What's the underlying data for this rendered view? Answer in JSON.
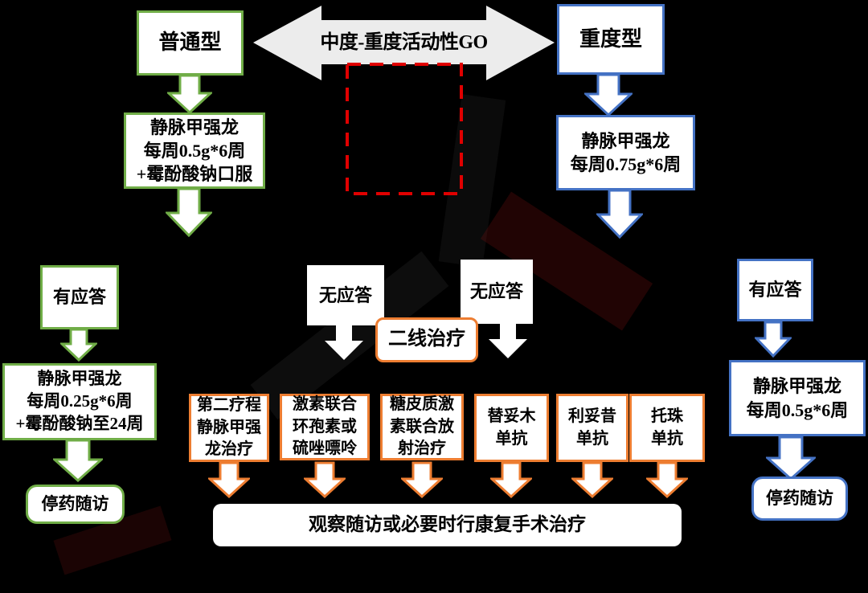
{
  "colors": {
    "background": "#000000",
    "green": "#70AD47",
    "blue": "#4472C4",
    "orange": "#ED7D31",
    "red": "#E00000",
    "box_fill": "#FFFFFF",
    "big_arrow_fill": "#ECECEC",
    "text": "#000000"
  },
  "root": {
    "title": "中度-重度活动性GO"
  },
  "branches": {
    "moderate": {
      "type": "普通型",
      "first_line_treatment": "静脉甲强龙\n每周0.5g*6周\n+霉酚酸钠口服",
      "responder": {
        "label": "有应答",
        "treatment": "静脉甲强龙\n每周0.25g*6周\n+霉酚酸钠至24周",
        "followup": "停药随访"
      },
      "non_responder": {
        "label": "无应答"
      }
    },
    "severe": {
      "type": "重度型",
      "first_line_treatment": "静脉甲强龙\n每周0.75g*6周",
      "responder": {
        "label": "有应答",
        "treatment": "静脉甲强龙\n每周0.5g*6周",
        "followup": "停药随访"
      },
      "non_responder": {
        "label": "无应答"
      }
    }
  },
  "second_line": {
    "label": "二线治疗",
    "options": [
      "第二疗程\n静脉甲强\n龙治疗",
      "激素联合\n环孢素或\n硫唑嘌呤",
      "糖皮质激\n素联合放\n射治疗",
      "替妥木\n单抗",
      "利妥昔\n单抗",
      "托珠\n单抗"
    ]
  },
  "outcome": "观察随访或必要时行康复手术治疗"
}
